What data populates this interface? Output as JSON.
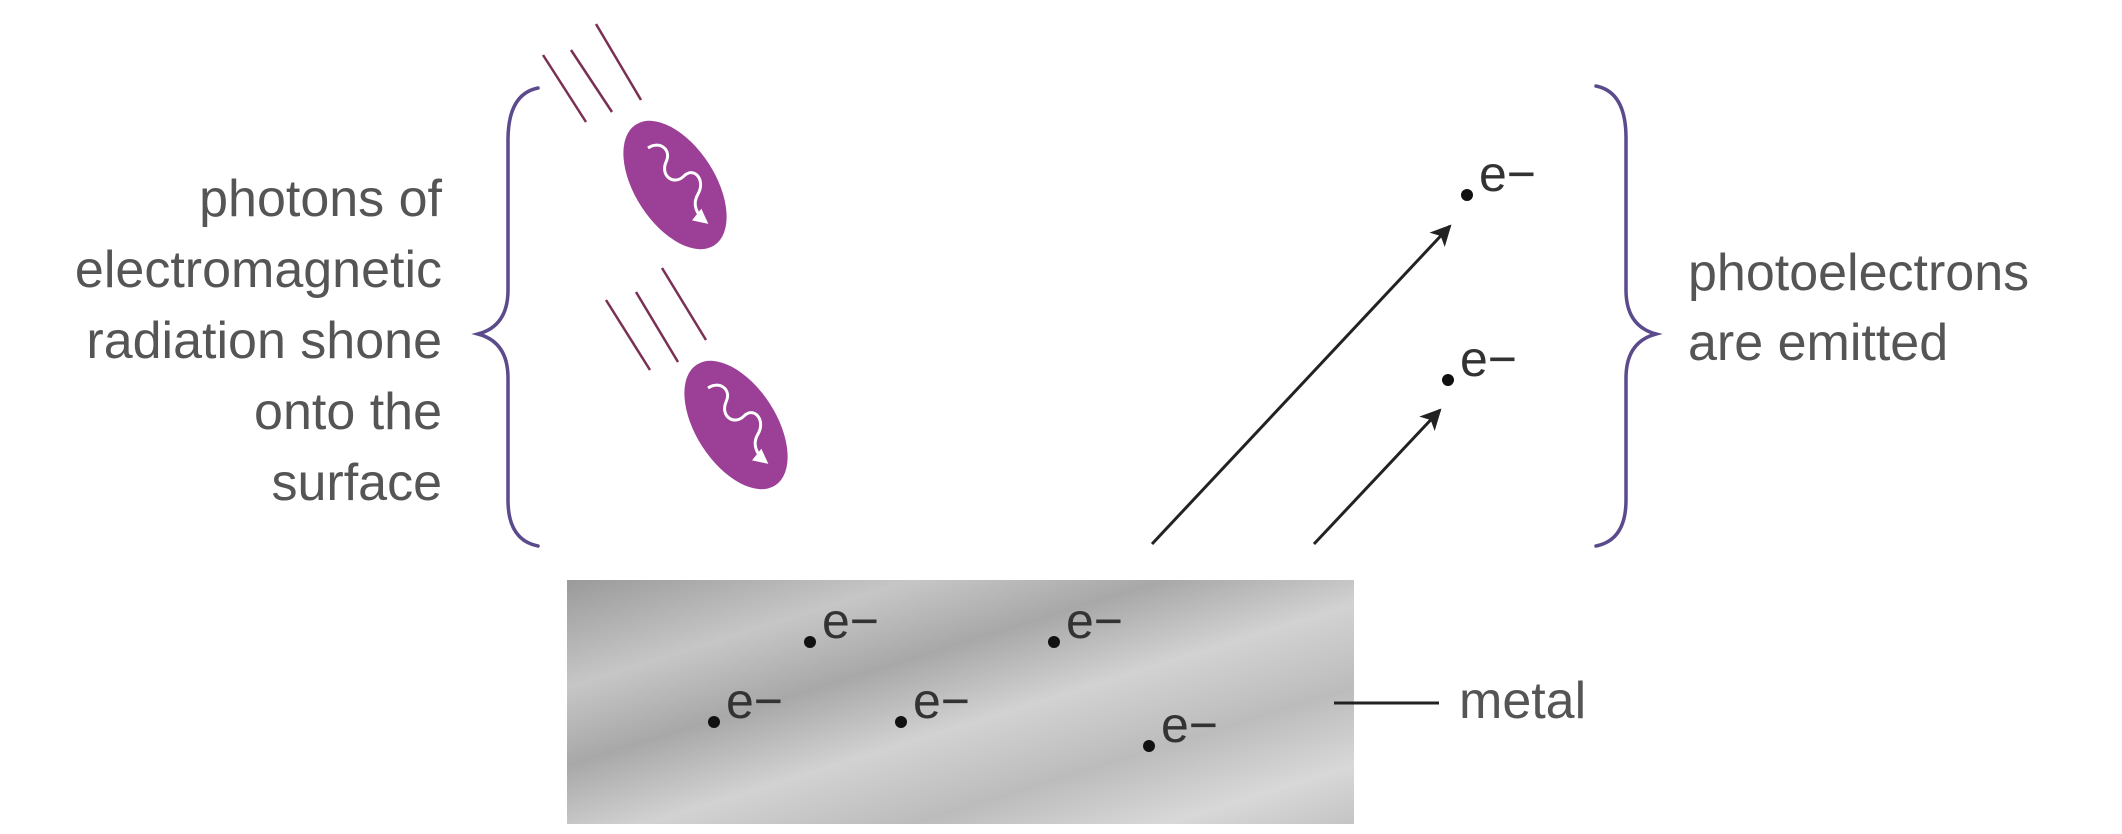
{
  "left_label": {
    "lines": [
      "photons of",
      "electromagnetic",
      "radiation shone",
      "onto the",
      "surface"
    ]
  },
  "right_label": {
    "lines": [
      "photoelectrons",
      "are emitted"
    ]
  },
  "metal_label": "metal",
  "electron_symbol": "e−",
  "colors": {
    "brace": "#5b4a8c",
    "photon_fill": "#9b3f97",
    "photon_trail": "#7a2f55",
    "text": "#555555",
    "arrow": "#222222"
  },
  "icons": {
    "photon": "photon-icon",
    "electron": "electron-dot-icon"
  }
}
